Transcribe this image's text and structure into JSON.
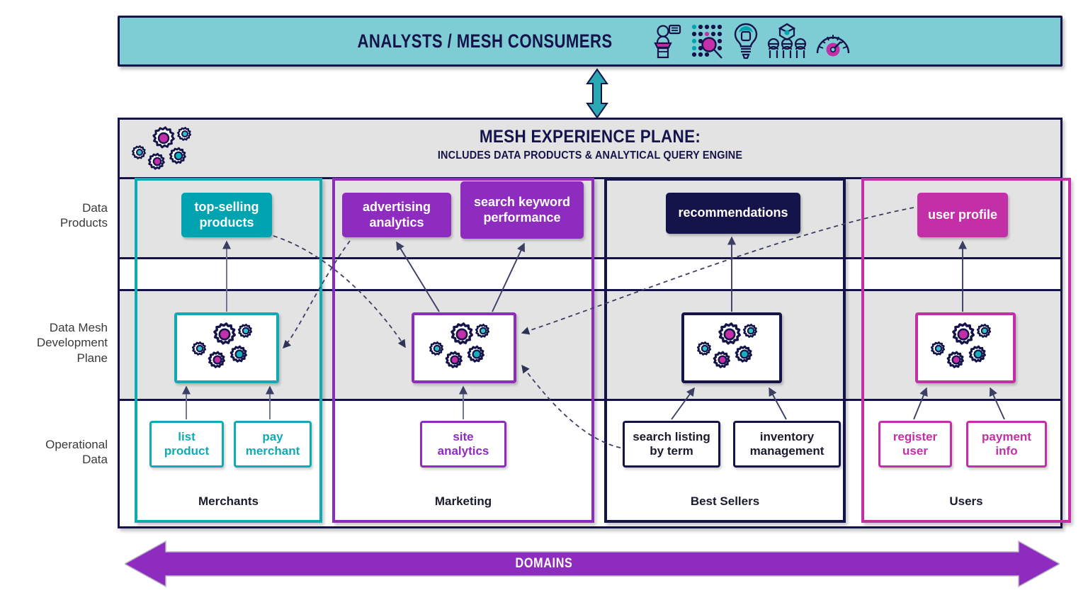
{
  "banner": {
    "title": "ANALYSTS / MESH CONSUMERS",
    "icons": [
      "analyst-at-desk-icon",
      "data-search-icon",
      "lightbulb-icon",
      "team-of-people-icon",
      "gauge-icon"
    ]
  },
  "plane": {
    "title": "MESH EXPERIENCE PLANE:",
    "subtitle": "INCLUDES DATA PRODUCTS & ANALYTICAL QUERY ENGINE",
    "gears_icon": "gears-cluster-icon"
  },
  "row_labels": {
    "data_products": "Data\nProducts",
    "data_products_l1": "Data",
    "data_products_l2": "Products",
    "dev_plane_l1": "Data Mesh",
    "dev_plane_l2": "Development",
    "dev_plane_l3": "Plane",
    "operational_l1": "Operational",
    "operational_l2": "Data"
  },
  "domains": [
    {
      "name": "Merchants",
      "color": "#10aab5"
    },
    {
      "name": "Marketing",
      "color": "#8e2cc0"
    },
    {
      "name": "Best Sellers",
      "color": "#14144b"
    },
    {
      "name": "Users",
      "color": "#c22fa6"
    }
  ],
  "data_products": [
    {
      "label": "top-selling products",
      "domain": "Merchants",
      "color": "#00a3b0"
    },
    {
      "label": "advertising analytics",
      "domain": "Marketing",
      "color": "#8e2cc0"
    },
    {
      "label": "search keyword performance",
      "domain": "Marketing",
      "color": "#8e2cc0"
    },
    {
      "label": "recommendations",
      "domain": "Best Sellers",
      "color": "#14144b"
    },
    {
      "label": "user profile",
      "domain": "Users",
      "color": "#c22fa6"
    }
  ],
  "dev_plane_boxes": [
    {
      "domain": "Merchants",
      "icon": "gears-cluster-icon",
      "color": "#10aab5"
    },
    {
      "domain": "Marketing",
      "icon": "gears-cluster-icon",
      "color": "#8e2cc0"
    },
    {
      "domain": "Best Sellers",
      "icon": "gears-cluster-icon",
      "color": "#14144b"
    },
    {
      "domain": "Users",
      "icon": "gears-cluster-icon",
      "color": "#c22fa6"
    }
  ],
  "operational_data": [
    {
      "label": "list product",
      "domain": "Merchants",
      "color": "#10aab5"
    },
    {
      "label": "pay merchant",
      "domain": "Merchants",
      "color": "#10aab5"
    },
    {
      "label": "site analytics",
      "domain": "Marketing",
      "color": "#8e2cc0"
    },
    {
      "label": "search listing by term",
      "domain": "Best Sellers",
      "color": "#14144b"
    },
    {
      "label": "inventory management",
      "domain": "Best Sellers",
      "color": "#14144b"
    },
    {
      "label": "register user",
      "domain": "Users",
      "color": "#c22fa6"
    },
    {
      "label": "payment info",
      "domain": "Users",
      "color": "#c22fa6"
    }
  ],
  "footer": {
    "domains_label": "DOMAINS",
    "domains_arrow_color": "#8e2cc0"
  },
  "colors": {
    "teal": "#10aab5",
    "teal_fill": "#00a3b0",
    "purple": "#8e2cc0",
    "navy": "#14144b",
    "magenta": "#c22fa6",
    "banner_fill": "#7ecdd4",
    "plane_fill": "#e3e3e3"
  }
}
